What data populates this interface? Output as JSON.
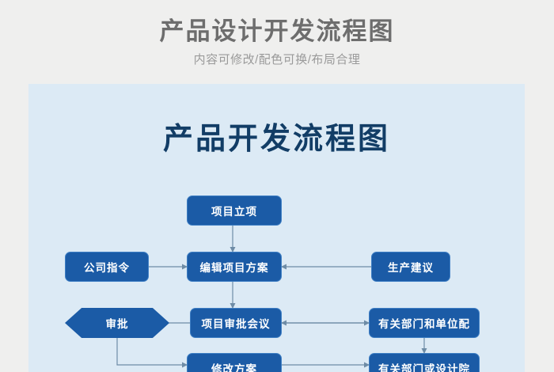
{
  "header": {
    "title": "产品设计开发流程图",
    "subtitle": "内容可修改/配色可换/布局合理"
  },
  "flowchart": {
    "title": "产品开发流程图",
    "panel_bg": "#dceaf5",
    "node_fill": "#1b5ba6",
    "node_border": "#3f7fc4",
    "node_text_color": "#ffffff",
    "connector_color": "#6e8ca6",
    "title_color": "#123d66",
    "nodes": [
      {
        "id": "project-initiation",
        "label": "项目立项",
        "shape": "rounded-rect"
      },
      {
        "id": "company-directive",
        "label": "公司指令",
        "shape": "rounded-rect"
      },
      {
        "id": "edit-project-plan",
        "label": "编辑项目方案",
        "shape": "rounded-rect"
      },
      {
        "id": "production-advice",
        "label": "生产建议",
        "shape": "rounded-rect"
      },
      {
        "id": "approval",
        "label": "审批",
        "shape": "hexagon"
      },
      {
        "id": "review-meeting",
        "label": "项目审批会议",
        "shape": "rounded-rect"
      },
      {
        "id": "related-depts-units",
        "label": "有关部门和单位配",
        "shape": "rounded-rect"
      },
      {
        "id": "revise-plan",
        "label": "修改方案",
        "shape": "rounded-rect"
      },
      {
        "id": "depts-design-inst",
        "label": "有关部门或设计院",
        "shape": "rounded-rect"
      }
    ]
  }
}
